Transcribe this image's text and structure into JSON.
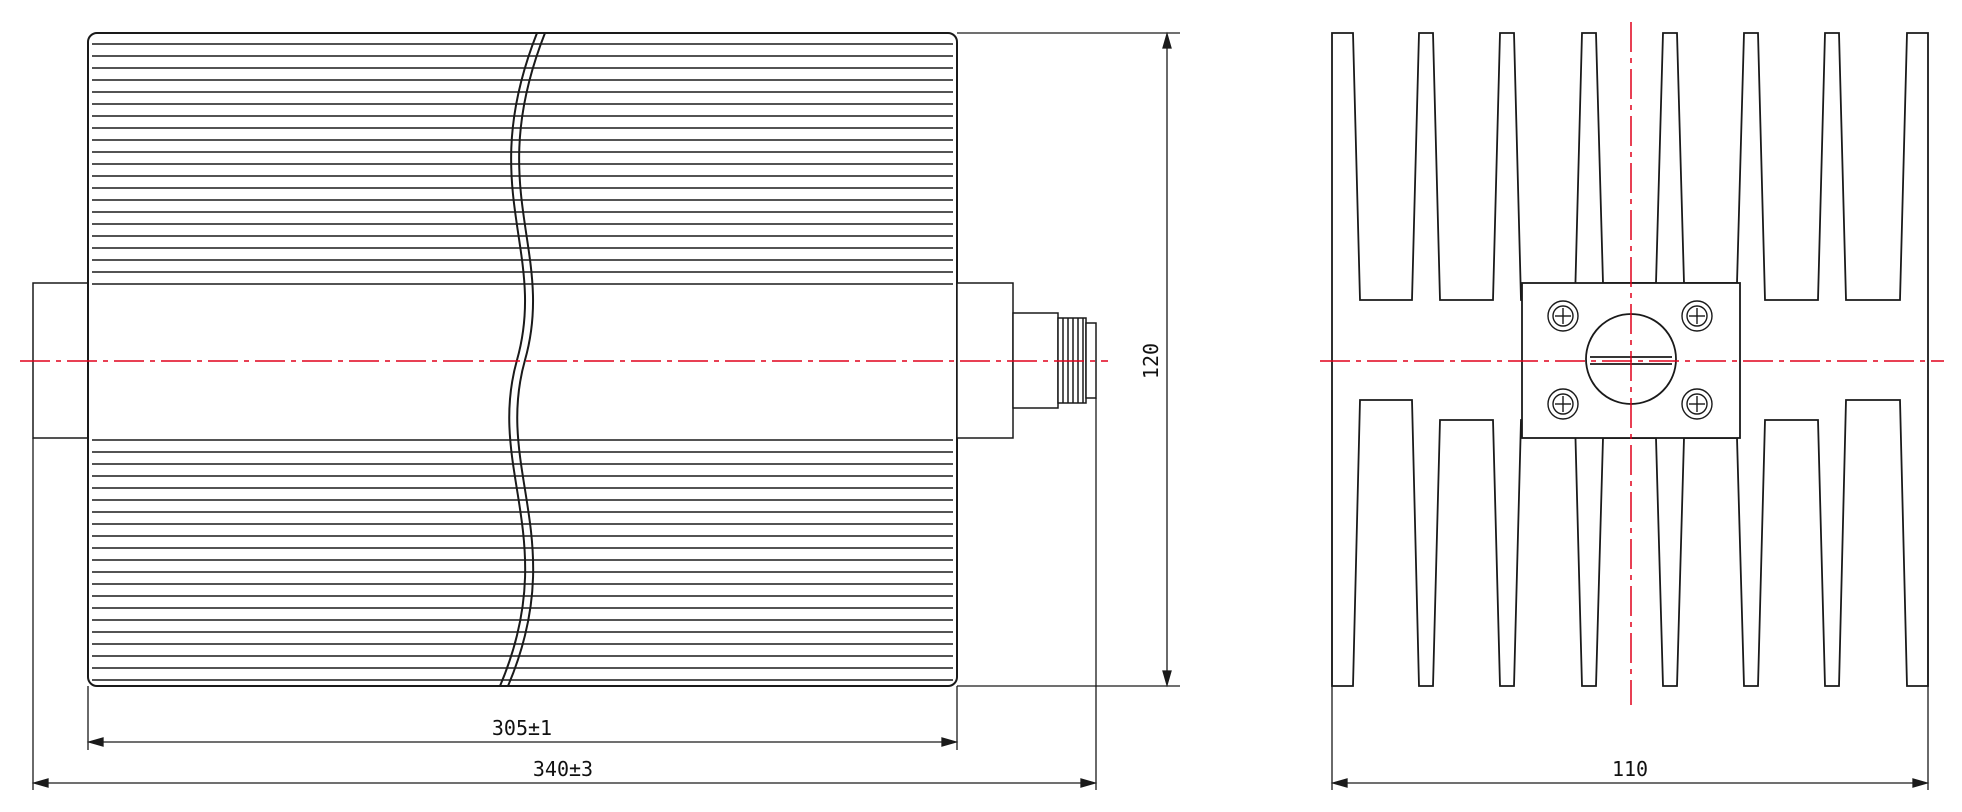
{
  "dimensions": {
    "inner_length": "305±1",
    "overall_length": "340±3",
    "height": "120",
    "width": "110"
  },
  "colors": {
    "line": "#1a1a1a",
    "centerline": "#e0001b",
    "fin_fill": "#dcdcdc",
    "body_fill": "#ffffff"
  }
}
